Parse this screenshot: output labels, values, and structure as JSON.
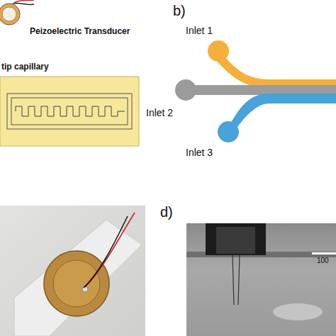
{
  "diagram": {
    "labels": [
      "Peizoelectric Transducer",
      "tip capillary",
      "b)",
      "Inlet 1",
      "Inlet 2",
      "Inlet 3",
      "d)",
      "100"
    ]
  }
}
